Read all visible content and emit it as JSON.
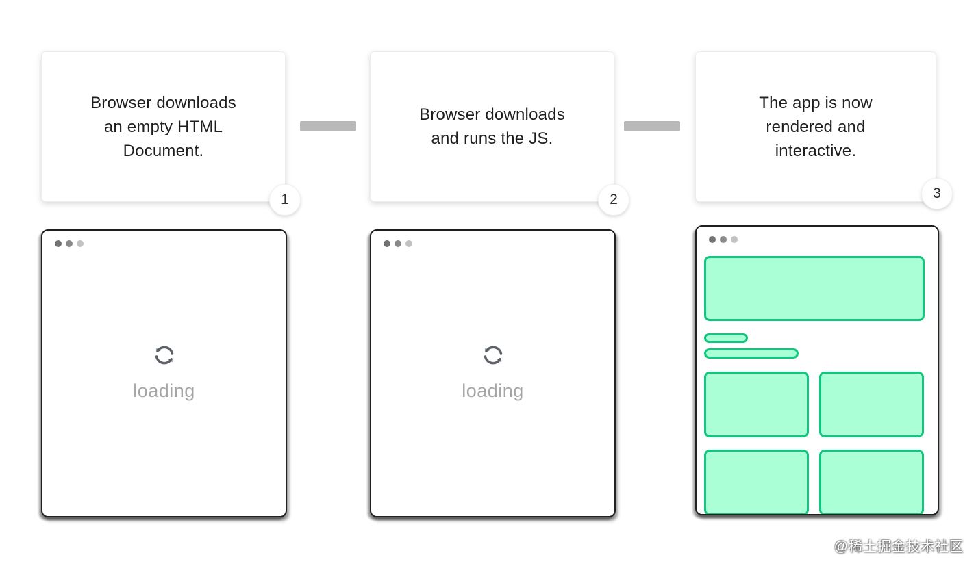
{
  "colors": {
    "accent_green": "#12c67d",
    "accent_green_fill": "#aaffd7",
    "connector_gray": "#b9b9b9",
    "window_border": "#202020",
    "text_dark": "#1e1e1e",
    "loading_gray": "#a5a5a5",
    "spinner_gray": "#5c6067"
  },
  "steps": [
    {
      "badge": "1",
      "description_lines": [
        "Browser downloads",
        "an empty HTML",
        "Document."
      ]
    },
    {
      "badge": "2",
      "description_lines": [
        "Browser downloads",
        "and runs the JS."
      ]
    },
    {
      "badge": "3",
      "description_lines": [
        "The app is now",
        "rendered and",
        "interactive."
      ]
    }
  ],
  "browsers": [
    {
      "state": "loading",
      "label": "loading",
      "icon": "refresh-icon"
    },
    {
      "state": "loading",
      "label": "loading",
      "icon": "refresh-icon"
    },
    {
      "state": "rendered",
      "skeleton": {
        "hero_blocks": 1,
        "text_pills": 2,
        "grid_blocks": 4
      }
    }
  ],
  "watermark": "@稀土掘金技术社区"
}
